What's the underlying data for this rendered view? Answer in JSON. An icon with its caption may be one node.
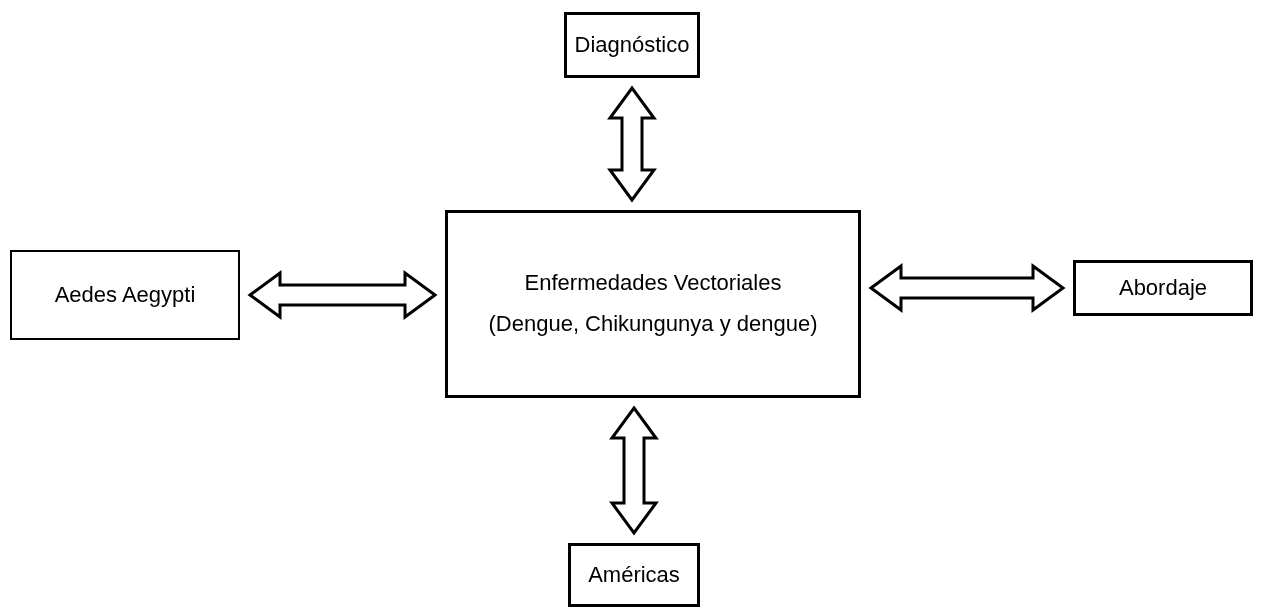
{
  "diagram": {
    "nodes": [
      {
        "text": [
          "Diagnóstico"
        ]
      },
      {
        "text": [
          "Aedes Aegypti"
        ]
      },
      {
        "text": [
          "Enfermedades Vectoriales",
          "(Dengue, Chikungunya y dengue)"
        ]
      },
      {
        "text": [
          "Abordaje"
        ]
      },
      {
        "text": [
          "Américas"
        ]
      }
    ],
    "edges": [
      {
        "from": 2,
        "to": 0,
        "arrow": "both"
      },
      {
        "from": 2,
        "to": 1,
        "arrow": "both"
      },
      {
        "from": 2,
        "to": 3,
        "arrow": "both"
      },
      {
        "from": 2,
        "to": 4,
        "arrow": "both"
      }
    ]
  }
}
